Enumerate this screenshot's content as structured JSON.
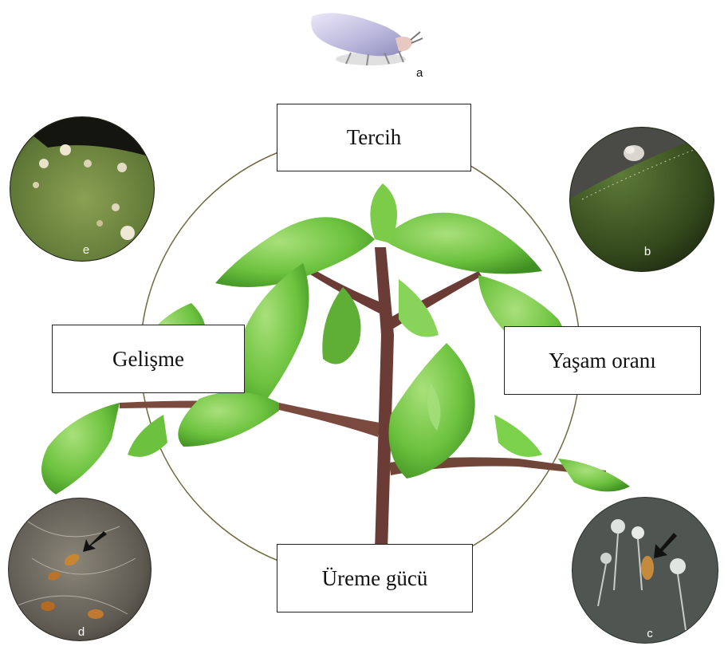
{
  "labels": {
    "preference": "Tercih",
    "survival_rate": "Yaşam oranı",
    "reproduction": "Üreme gücü",
    "development": "Gelişme"
  },
  "panel_letters": {
    "a": "a",
    "b": "b",
    "c": "c",
    "d": "d",
    "e": "e"
  }
}
